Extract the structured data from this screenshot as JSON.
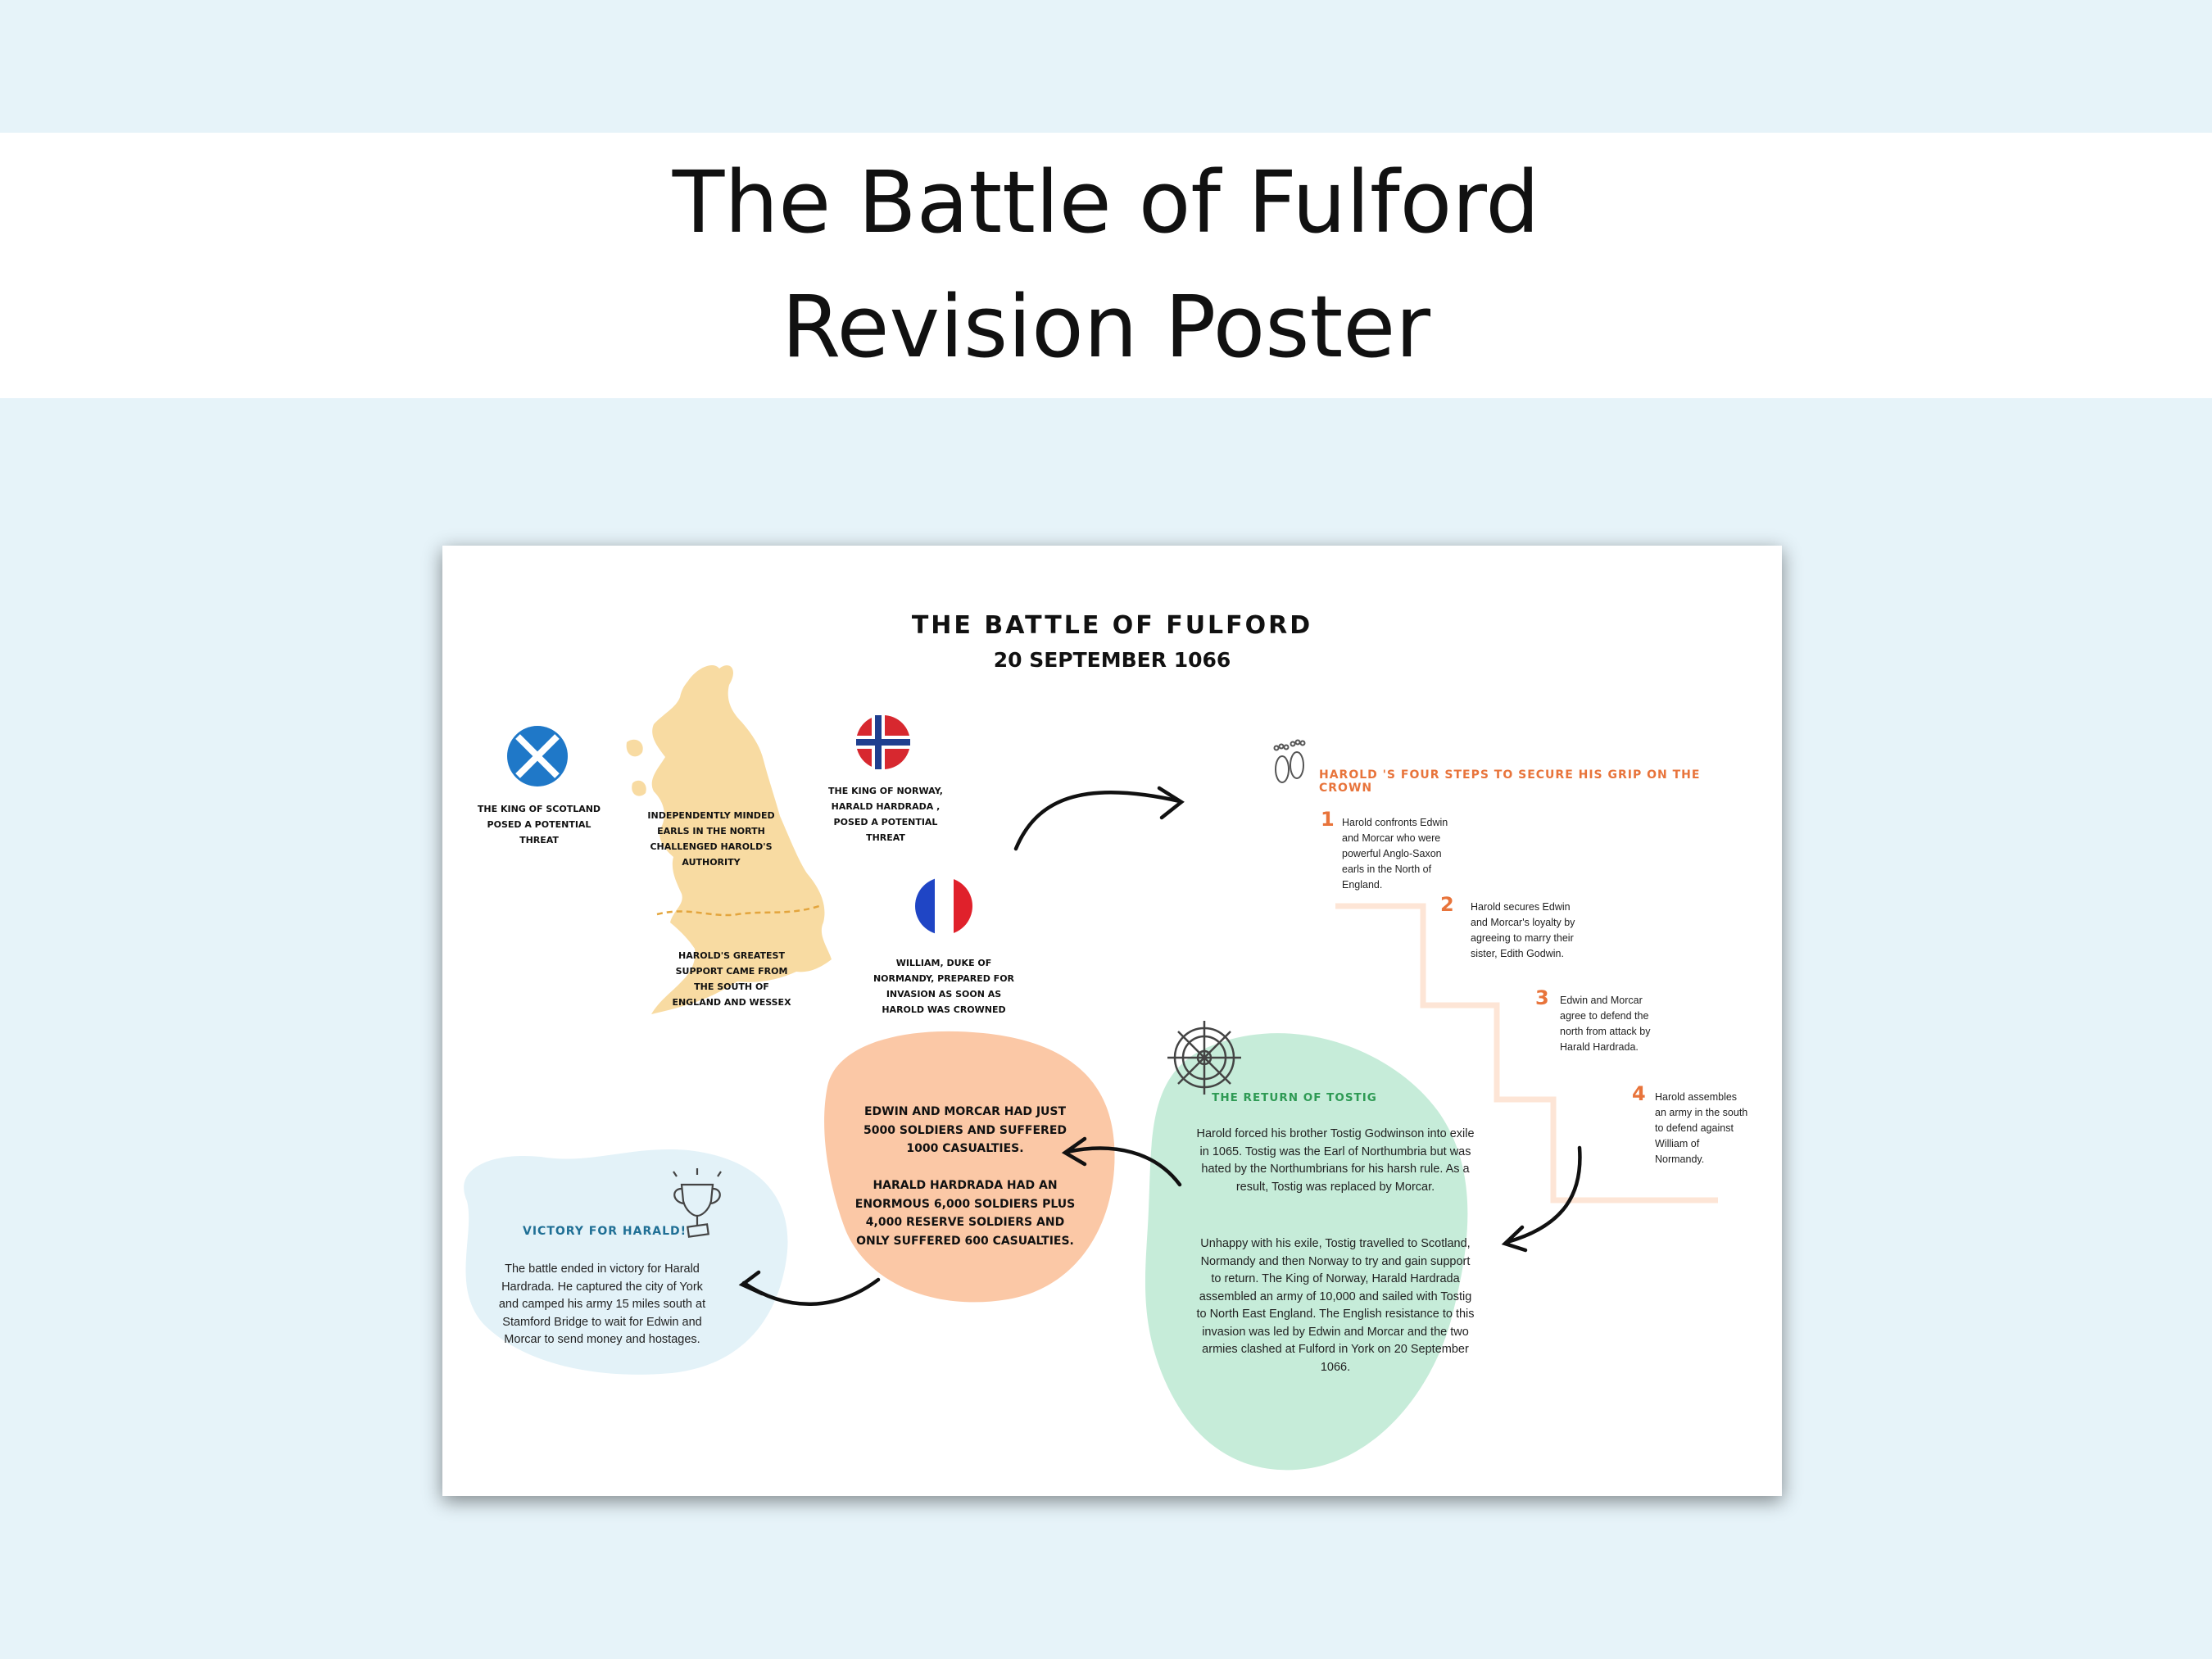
{
  "header": {
    "line1": "The Battle of Fulford",
    "line2": "Revision Poster"
  },
  "poster": {
    "title": "THE BATTLE OF FULFORD",
    "date": "20 SEPTEMBER 1066",
    "scotland_caption": "The King of Scotland posed a potential threat",
    "norway_caption": "The King of Norway, Harald Hardrada , posed a potential threat",
    "earls_caption": "Independently minded earls in the north challenged Harold's authority",
    "south_caption": "Harold's greatest support came from the south of England and Wessex",
    "william_caption": "William, Duke of Normandy, prepared for invasion as soon as Harold was crowned",
    "steps": {
      "heading": "HAROLD 'S FOUR STEPS TO SECURE HIS GRIP ON THE CROWN",
      "items": [
        {
          "num": "1",
          "text": "Harold confronts Edwin and Morcar who were powerful Anglo-Saxon earls in the North of England."
        },
        {
          "num": "2",
          "text": "Harold secures Edwin and Morcar's loyalty by agreeing to marry their sister, Edith Godwin."
        },
        {
          "num": "3",
          "text": "Edwin and Morcar agree to defend the north from attack by Harald Hardrada."
        },
        {
          "num": "4",
          "text": "Harold assembles an army in the south to defend against William of Normandy."
        }
      ]
    },
    "tostig": {
      "heading": "THE RETURN OF TOSTIG",
      "para1": "Harold forced his brother Tostig Godwinson into exile in 1065. Tostig was the Earl of Northumbria but was hated by the Northumbrians for his harsh rule. As a result, Tostig was replaced by Morcar.",
      "para2": "Unhappy with his exile, Tostig travelled to Scotland, Normandy and then Norway to try and gain support to return. The King of Norway, Harald Hardrada assembled an army of 10,000 and sailed with Tostig to North East England. The English resistance to this invasion was led by Edwin and Morcar and the two armies clashed at Fulford in York on 20 September 1066."
    },
    "armies": {
      "para1": "Edwin and Morcar had just 5000 soldiers and suffered 1000 casualties.",
      "para2": "Harald Hardrada had an enormous 6,000 soldiers plus 4,000 reserve soldiers and only suffered 600 casualties."
    },
    "victory": {
      "heading": "VICTORY FOR HARALD!",
      "text": "The battle ended in victory for Harald Hardrada. He captured the city of York and camped his army 15 miles south at Stamford Bridge to wait for Edwin and Morcar to send money and hostages."
    }
  },
  "icons": [
    "scotland-flag-icon",
    "norway-flag-icon",
    "france-flag-icon",
    "footprints-icon",
    "ship-wheel-icon",
    "trophy-icon",
    "arrow-icon"
  ],
  "colors": {
    "background": "#e6f3f9",
    "map": "#f8dba2",
    "green_blob": "#c6ecd9",
    "orange_blob": "#fbc8a6",
    "blue_blob": "#e3f2f8",
    "accent_orange": "#e8743b",
    "steps_line": "#fde5d6"
  }
}
